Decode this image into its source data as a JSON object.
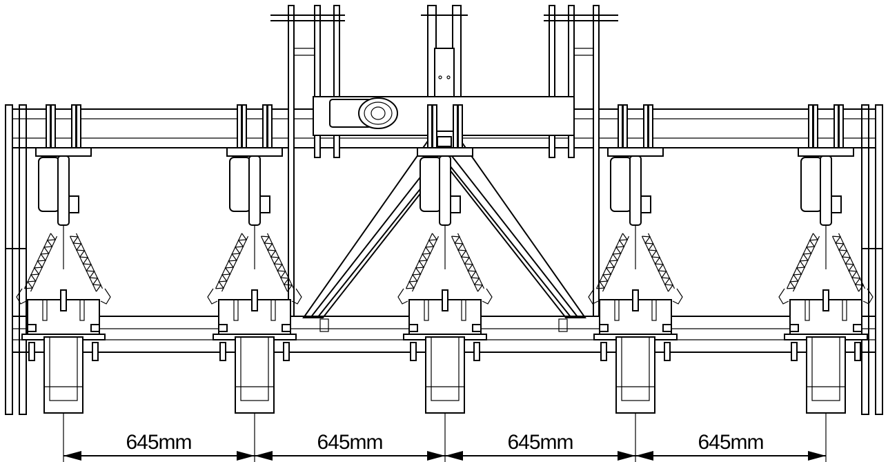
{
  "diagram": {
    "units_row": {
      "spacing_1": "645mm",
      "spacing_2": "645mm",
      "spacing_3": "645mm",
      "spacing_4": "645mm"
    },
    "tine_count": 5
  }
}
